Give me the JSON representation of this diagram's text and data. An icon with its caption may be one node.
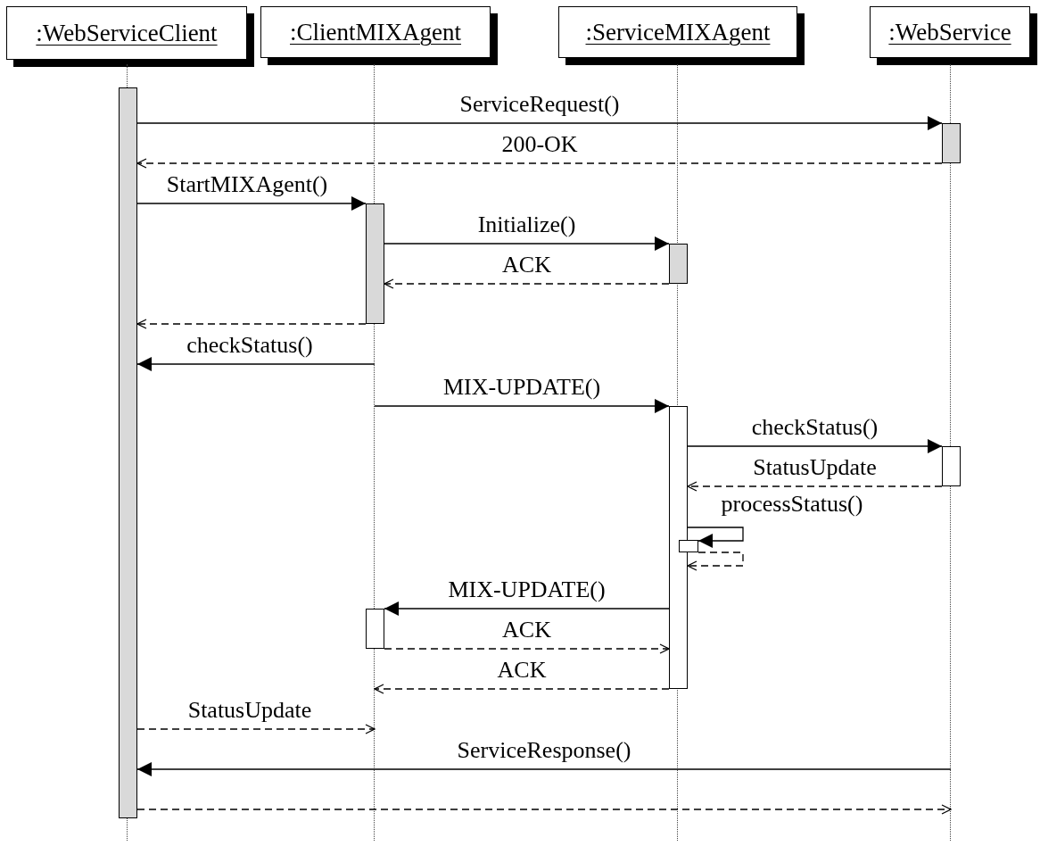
{
  "diagram": {
    "nodes": [
      {
        "text": [
          ":WebServiceClient"
        ]
      },
      {
        "text": [
          ":ClientMIXAgent"
        ]
      },
      {
        "text": [
          ":ServiceMIXAgent"
        ]
      },
      {
        "text": [
          ":WebService"
        ]
      },
      {
        "text": [],
        "shape": "line"
      },
      {
        "text": [],
        "shape": "line"
      },
      {
        "text": [],
        "shape": "line"
      },
      {
        "text": [],
        "shape": "line"
      },
      {
        "text": [],
        "shape": "bar"
      },
      {
        "text": [],
        "shape": "bar"
      },
      {
        "text": [],
        "shape": "bar"
      },
      {
        "text": [],
        "shape": "bar"
      },
      {
        "text": [],
        "shape": "bar"
      },
      {
        "text": [],
        "shape": "bar"
      },
      {
        "text": [],
        "shape": "bar"
      },
      {
        "text": [],
        "shape": "bar"
      }
    ],
    "edges": [
      {
        "from": 8,
        "to": 9,
        "arrow": "to",
        "label": "ServiceRequest()"
      },
      {
        "from": 9,
        "to": 8,
        "arrow": "to",
        "label": "200-OK",
        "style": "dashed"
      },
      {
        "from": 8,
        "to": 10,
        "arrow": "to",
        "label": "StartMIXAgent()"
      },
      {
        "from": 10,
        "to": 11,
        "arrow": "to",
        "label": "Initialize()"
      },
      {
        "from": 11,
        "to": 10,
        "arrow": "to",
        "label": "ACK",
        "style": "dashed"
      },
      {
        "from": 10,
        "to": 8,
        "arrow": "to",
        "style": "dashed"
      },
      {
        "from": 5,
        "to": 8,
        "arrow": "to",
        "label": "checkStatus()"
      },
      {
        "from": 5,
        "to": 12,
        "arrow": "to",
        "label": "MIX-UPDATE()"
      },
      {
        "from": 12,
        "to": 13,
        "arrow": "to",
        "label": "checkStatus()"
      },
      {
        "from": 13,
        "to": 12,
        "arrow": "to",
        "label": "StatusUpdate",
        "style": "dashed"
      },
      {
        "from": 12,
        "to": 14,
        "arrow": "to",
        "label": "processStatus()"
      },
      {
        "from": 14,
        "to": 12,
        "arrow": "to",
        "style": "dashed"
      },
      {
        "from": 12,
        "to": 15,
        "arrow": "to",
        "label": "MIX-UPDATE()"
      },
      {
        "from": 15,
        "to": 12,
        "arrow": "to",
        "label": "ACK",
        "style": "dashed"
      },
      {
        "from": 12,
        "to": 5,
        "arrow": "to",
        "label": "ACK",
        "style": "dashed"
      },
      {
        "from": 8,
        "to": 5,
        "arrow": "to",
        "label": "StatusUpdate",
        "style": "dashed"
      },
      {
        "from": 7,
        "to": 8,
        "arrow": "to",
        "label": "ServiceResponse()"
      },
      {
        "from": 8,
        "to": 7,
        "arrow": "to",
        "style": "dashed"
      }
    ]
  }
}
